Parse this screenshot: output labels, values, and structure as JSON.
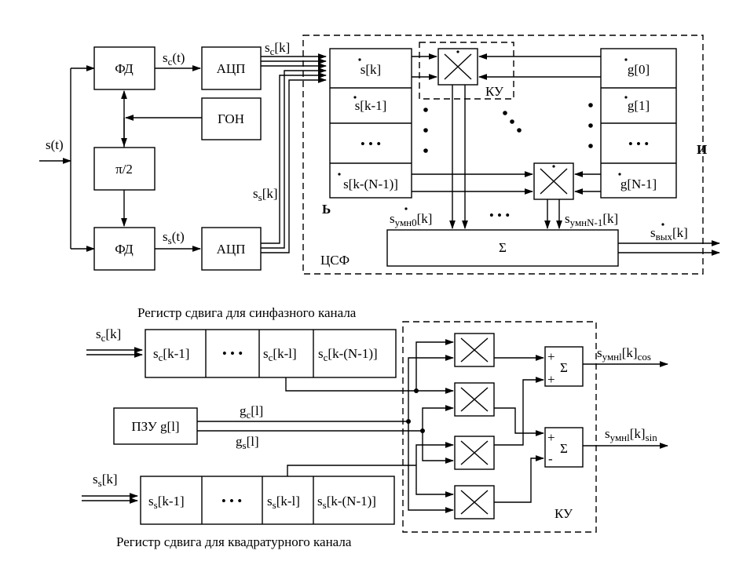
{
  "top": {
    "input_s": "s(t)",
    "fd_top": "ФД",
    "fd_bottom": "ФД",
    "adc_top": "АЦП",
    "adc_bottom": "АЦП",
    "gon": "ГОН",
    "phase": "π/2",
    "sc_t": "s",
    "sc_t_sub": "c",
    "sc_t_arg": "(t)",
    "ss_t": "s",
    "ss_t_sub": "s",
    "ss_t_arg": "(t)",
    "sc_k": "s",
    "sc_k_sub": "c",
    "sc_k_arg": "[k]",
    "ss_k": "s",
    "ss_k_sub": "s",
    "ss_k_arg": "[k]",
    "reg_s": [
      "s[k]",
      "s[k-1]",
      "• • •",
      "s[k-(N-1)]"
    ],
    "reg_g": [
      "g[0]",
      "g[1]",
      "• • •",
      "g[N-1]"
    ],
    "ku": "КУ",
    "sum": "Σ",
    "csf": "ЦСФ",
    "s_mul0": "s",
    "s_mul0_sub": "умн0",
    "s_mul0_arg": "[k]",
    "s_muln": "s",
    "s_muln_sub": "умнN-1",
    "s_muln_arg": "[k]",
    "s_out": "s",
    "s_out_sub": "вых",
    "s_out_arg": "[k]",
    "dots": "• • •",
    "margin_b": "Ь",
    "margin_i": "И"
  },
  "bottom": {
    "title_top": "Регистр сдвига для синфазного канала",
    "title_bottom": "Регистр сдвига для квадратурного канала",
    "sc_in": "s",
    "sc_in_sub": "c",
    "sc_in_arg": "[k]",
    "ss_in": "s",
    "ss_in_sub": "s",
    "ss_in_arg": "[k]",
    "reg_c": [
      "s",
      "• • •",
      "s",
      "s"
    ],
    "reg_c_args": [
      "[k-1]",
      "",
      "[k-l]",
      "[k-(N-1)]"
    ],
    "reg_s": [
      "s",
      "• • •",
      "s",
      "s"
    ],
    "reg_s_args": [
      "[k-1]",
      "",
      "[k-l]",
      "[k-(N-1)]"
    ],
    "rom": "ПЗУ g[l]",
    "gc": "g",
    "gc_sub": "c",
    "gc_arg": "[l]",
    "gs": "g",
    "gs_sub": "s",
    "gs_arg": "[l]",
    "sum": "Σ",
    "plus": "+",
    "minus": "-",
    "out_cos": "s",
    "out_cos_sub": "умнl",
    "out_cos_arg": "[k]",
    "out_cos_sub2": "cos",
    "out_sin": "s",
    "out_sin_sub": "умнl",
    "out_sin_arg": "[k]",
    "out_sin_sub2": "sin",
    "ku": "КУ"
  }
}
